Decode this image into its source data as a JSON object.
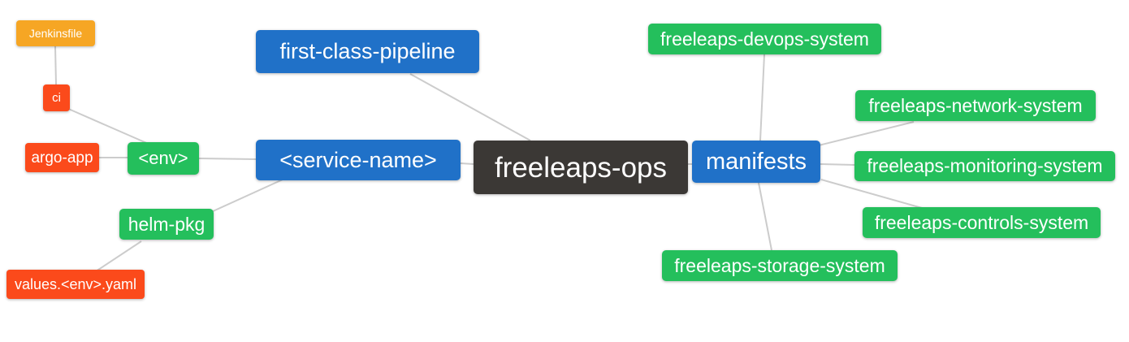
{
  "diagram": {
    "type": "mindmap",
    "background_color": "#ffffff",
    "edge_color": "#cccccc",
    "colors": {
      "branch_blue": "#2071C8",
      "leaf_green": "#24BF5C",
      "leaf_orange": "#F6A624",
      "leaf_red": "#FB4A1B",
      "root_dark": "#3B3835",
      "node_text": "#ffffff"
    },
    "nodes": {
      "root": {
        "label": "freeleaps-ops",
        "color": "#3B3835"
      },
      "first_class_pipeline": {
        "label": "first-class-pipeline",
        "color": "#2071C8"
      },
      "service_name": {
        "label": "<service-name>",
        "color": "#2071C8"
      },
      "manifests": {
        "label": "manifests",
        "color": "#2071C8"
      },
      "env": {
        "label": "<env>",
        "color": "#24BF5C"
      },
      "helm_pkg": {
        "label": "helm-pkg",
        "color": "#24BF5C"
      },
      "jenkinsfile": {
        "label": "Jenkinsfile",
        "color": "#F6A624"
      },
      "ci": {
        "label": "ci",
        "color": "#FB4A1B"
      },
      "argo_app": {
        "label": "argo-app",
        "color": "#FB4A1B"
      },
      "values_env_yaml": {
        "label": "values.<env>.yaml",
        "color": "#FB4A1B"
      },
      "devops_system": {
        "label": "freeleaps-devops-system",
        "color": "#24BF5C"
      },
      "network_system": {
        "label": "freeleaps-network-system",
        "color": "#24BF5C"
      },
      "monitoring_system": {
        "label": "freeleaps-monitoring-system",
        "color": "#24BF5C"
      },
      "controls_system": {
        "label": "freeleaps-controls-system",
        "color": "#24BF5C"
      },
      "storage_system": {
        "label": "freeleaps-storage-system",
        "color": "#24BF5C"
      }
    },
    "edges": [
      [
        "jenkinsfile",
        "ci"
      ],
      [
        "ci",
        "env"
      ],
      [
        "argo_app",
        "env"
      ],
      [
        "env",
        "service_name"
      ],
      [
        "helm_pkg",
        "service_name"
      ],
      [
        "values_env_yaml",
        "helm_pkg"
      ],
      [
        "first_class_pipeline",
        "root"
      ],
      [
        "service_name",
        "root"
      ],
      [
        "root",
        "manifests"
      ],
      [
        "manifests",
        "devops_system"
      ],
      [
        "manifests",
        "network_system"
      ],
      [
        "manifests",
        "monitoring_system"
      ],
      [
        "manifests",
        "controls_system"
      ],
      [
        "manifests",
        "storage_system"
      ]
    ],
    "hierarchy": {
      "freeleaps-ops": {
        "first-class-pipeline": {},
        "<service-name>": {
          "<env>": {
            "ci": {
              "Jenkinsfile": {}
            },
            "argo-app": {}
          },
          "helm-pkg": {
            "values.<env>.yaml": {}
          }
        },
        "manifests": {
          "freeleaps-devops-system": {},
          "freeleaps-network-system": {},
          "freeleaps-monitoring-system": {},
          "freeleaps-controls-system": {},
          "freeleaps-storage-system": {}
        }
      }
    }
  }
}
